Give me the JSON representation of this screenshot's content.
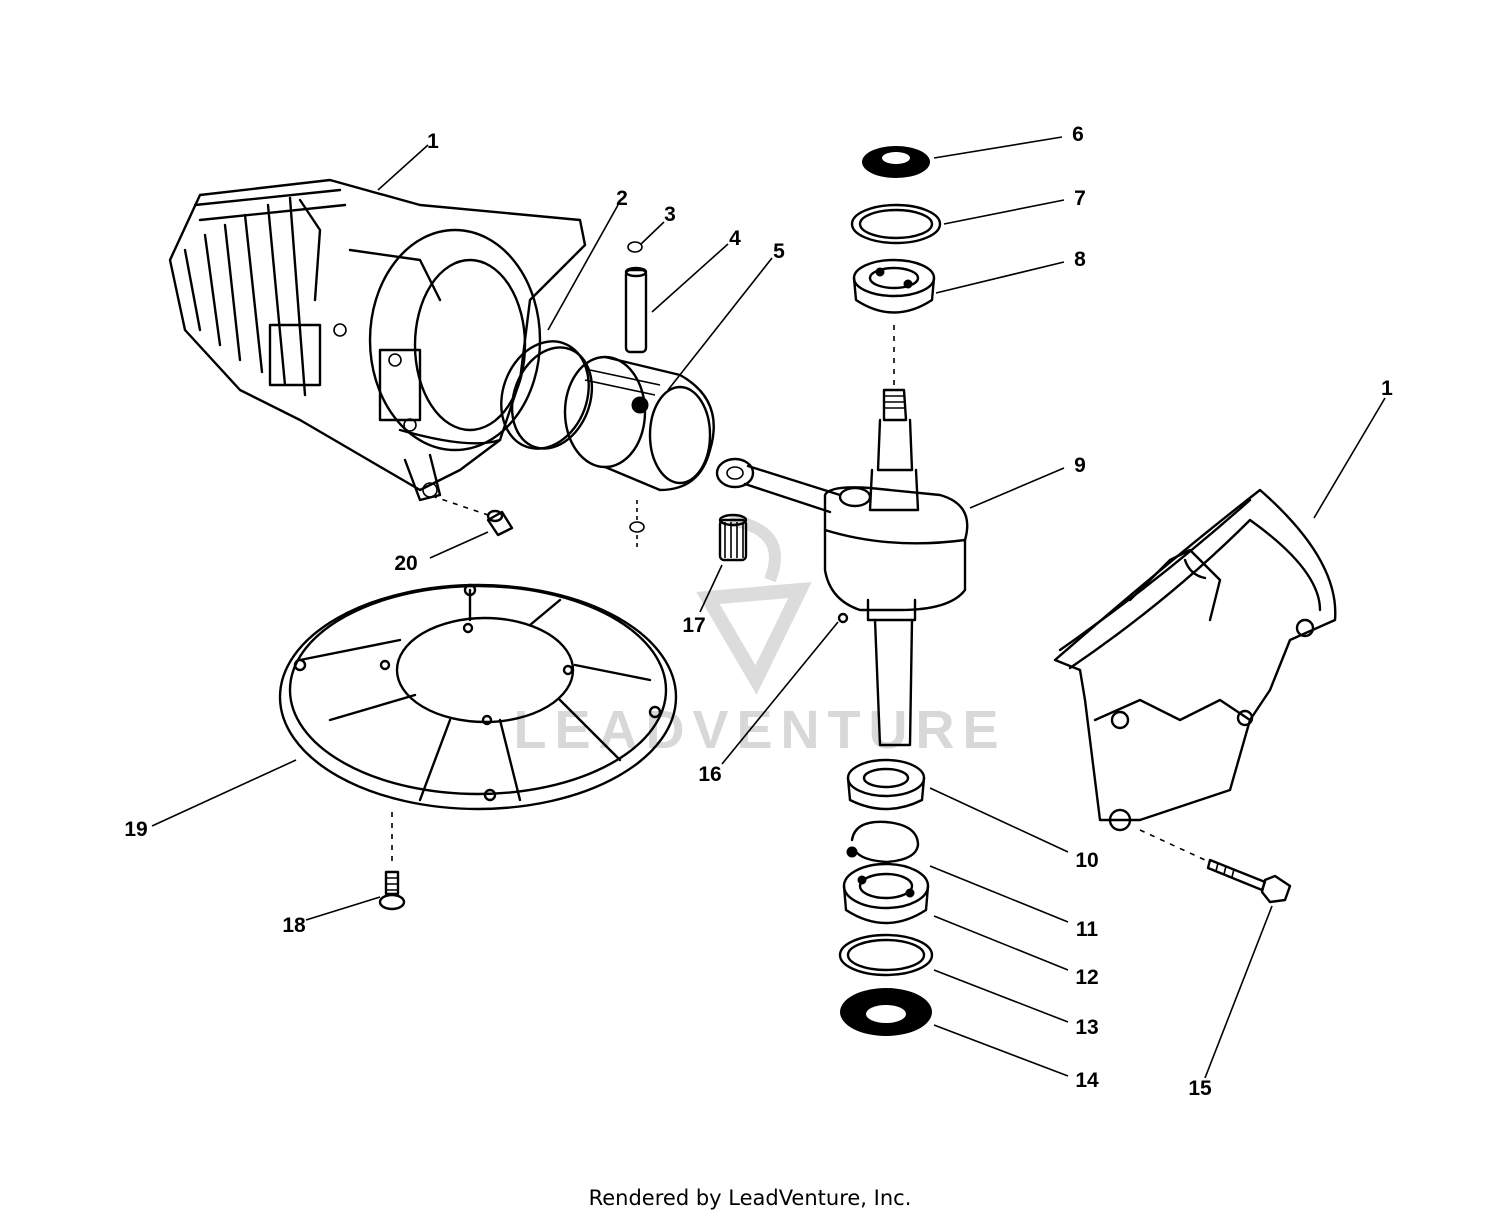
{
  "callouts": [
    "1",
    "2",
    "3",
    "4",
    "5",
    "6",
    "7",
    "8",
    "9",
    "10",
    "11",
    "12",
    "13",
    "14",
    "15",
    "16",
    "17",
    "18",
    "19",
    "20",
    "1"
  ],
  "watermark": "LEADVENTURE",
  "footer": "Rendered by LeadVenture, Inc."
}
